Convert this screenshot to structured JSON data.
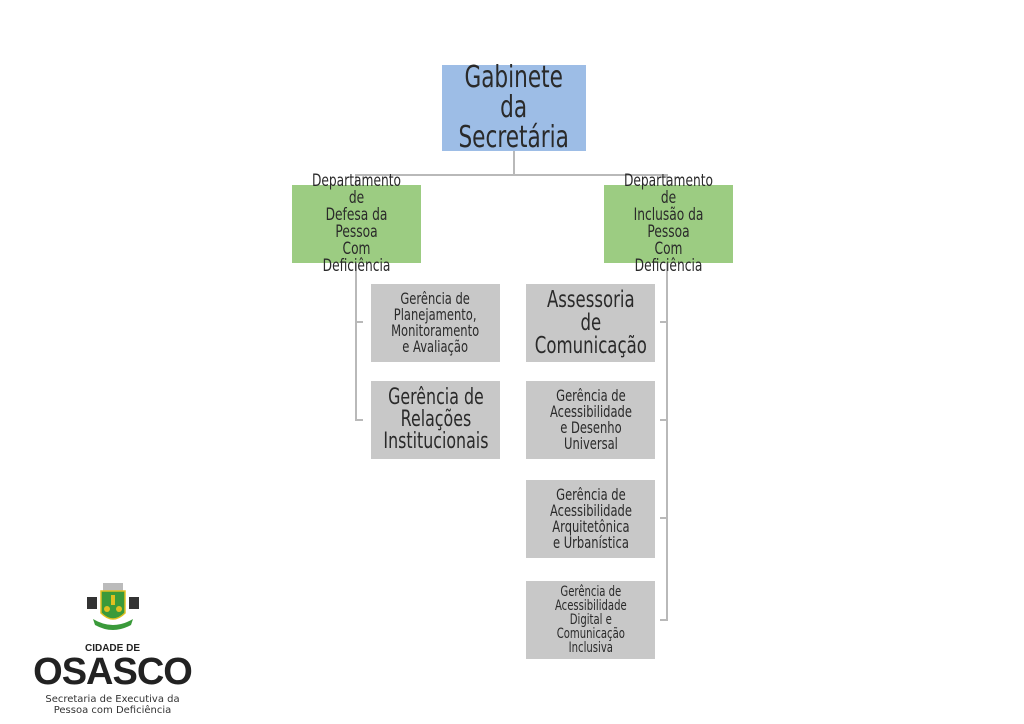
{
  "root": {
    "label": "Gabinete da\nSecretária"
  },
  "departments": [
    {
      "label": "Departamento de\nDefesa da Pessoa\nCom Deficiência",
      "units": [
        {
          "label": "Gerência de\nPlanejamento,\nMonitoramento\ne Avaliação"
        },
        {
          "label": "Gerência de\nRelações\nInstitucionais"
        }
      ]
    },
    {
      "label": "Departamento de\nInclusão da Pessoa\nCom Deficiência",
      "units": [
        {
          "label": "Assessoria de\nComunicação"
        },
        {
          "label": "Gerência de\nAcessibilidade\ne Desenho\nUniversal"
        },
        {
          "label": "Gerência de\nAcessibilidade\nArquitetônica\ne Urbanística"
        },
        {
          "label": "Gerência de\nAcessibilidade\nDigital e\nComunicação\nInclusiva"
        }
      ]
    }
  ],
  "logo": {
    "city_prefix": "CIDADE DE",
    "city": "OSASCO",
    "subtitle_1": "Secretaria de Executiva da",
    "subtitle_2": "Pessoa com Deficiência"
  },
  "colors": {
    "root": "#9dbde6",
    "department": "#9ccc82",
    "unit": "#c8c8c8"
  }
}
